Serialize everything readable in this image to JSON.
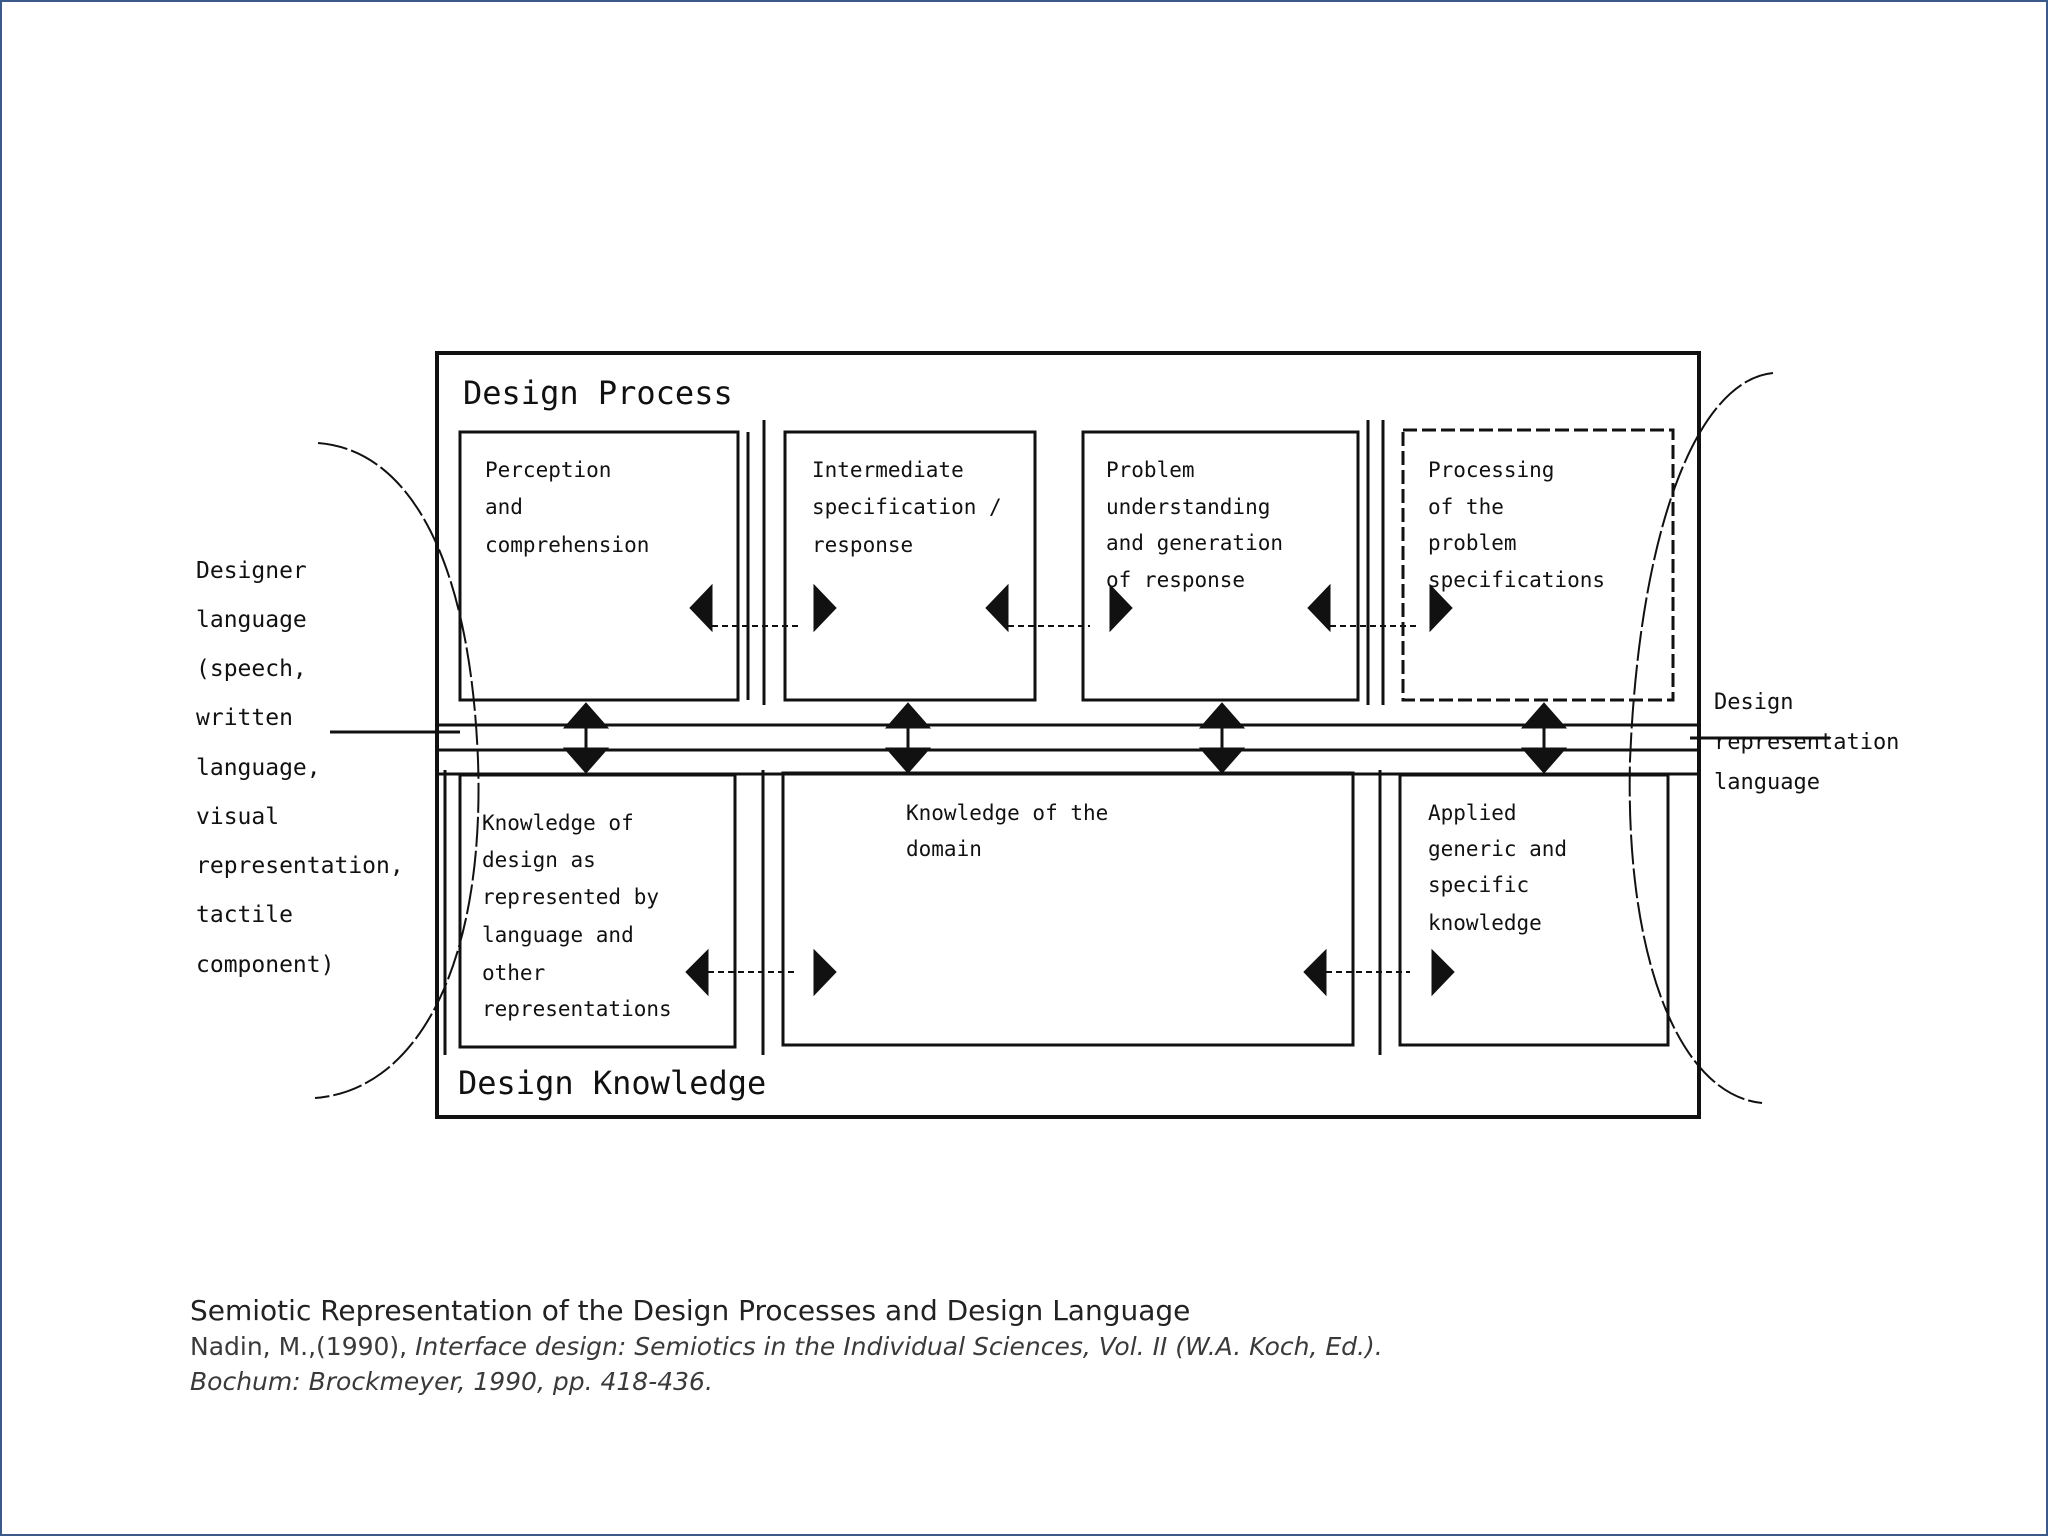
{
  "diagram": {
    "title_process": "Design Process",
    "title_knowledge": "Design Knowledge",
    "left_label": [
      "Designer",
      "language",
      "(speech,",
      "written",
      "language,",
      "visual",
      "representation,",
      "tactile",
      "component)"
    ],
    "right_label": [
      "Design",
      "representation",
      "language"
    ],
    "process_boxes": [
      {
        "lines": [
          "Perception",
          "and",
          "comprehension"
        ]
      },
      {
        "lines": [
          "Intermediate",
          "specification /",
          "response"
        ]
      },
      {
        "lines": [
          "Problem",
          "understanding",
          "and generation",
          "of response"
        ]
      },
      {
        "lines": [
          "Processing",
          "of the",
          "problem",
          "specifications"
        ]
      }
    ],
    "knowledge_boxes": [
      {
        "lines": [
          "Knowledge of",
          "design as",
          "represented by",
          "language and",
          "other",
          "representations"
        ]
      },
      {
        "lines": [
          "Knowledge of the",
          "domain"
        ]
      },
      {
        "lines": [
          "Applied",
          "generic and",
          "specific",
          "knowledge"
        ]
      }
    ]
  },
  "caption": {
    "title": "Semiotic Representation of the Design Processes and Design Language",
    "author": "Nadin, M.,(1990), ",
    "work": "Interface design: Semiotics in the Individual Sciences, Vol. II (W.A. Koch, Ed.). Bochum: Brockmeyer, 1990, pp. 418-436."
  }
}
